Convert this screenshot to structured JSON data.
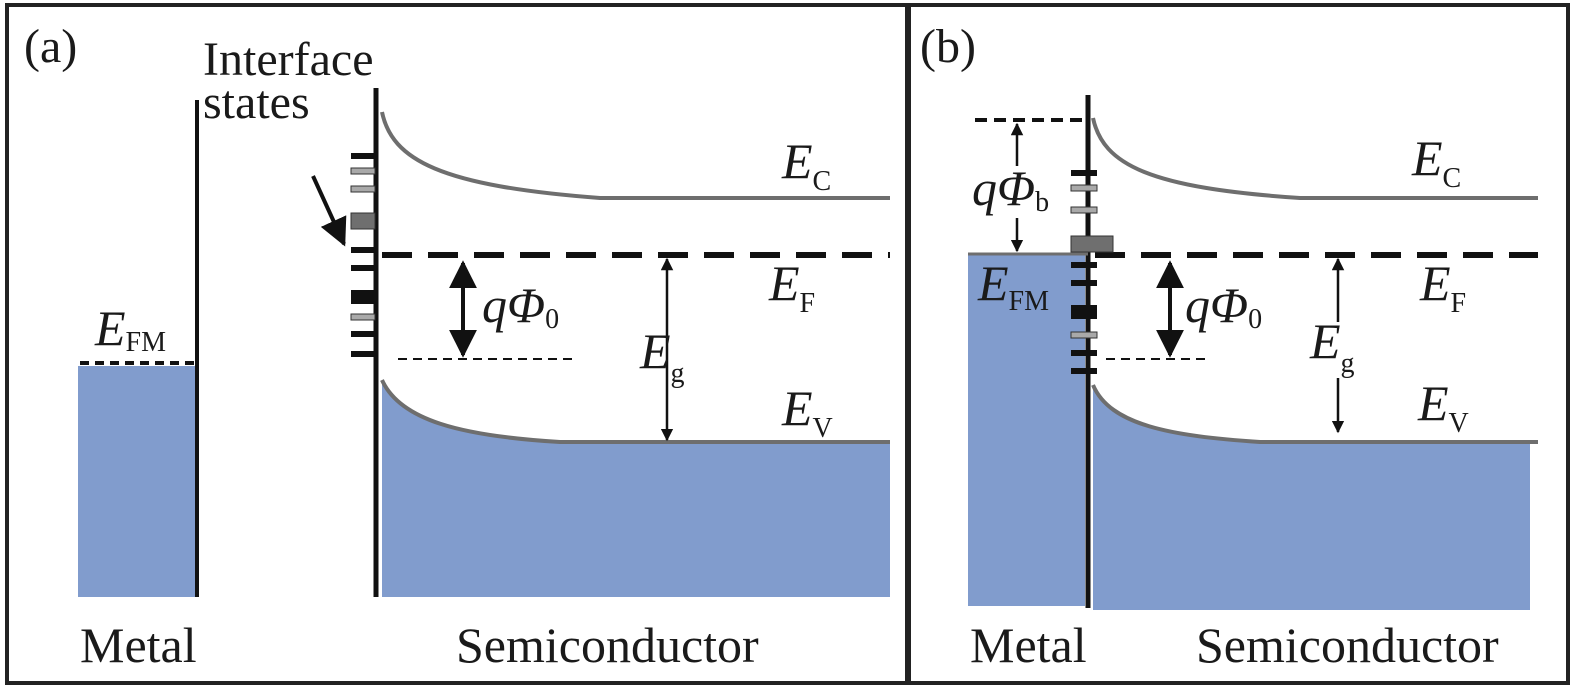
{
  "panel_a": {
    "tag": "(a)",
    "interface_label_line1": "Interface",
    "interface_label_line2": "states",
    "efm": {
      "main": "E",
      "sub": "FM"
    },
    "ec": {
      "main": "E",
      "sub": "C"
    },
    "ef": {
      "main": "E",
      "sub": "F"
    },
    "ev": {
      "main": "E",
      "sub": "V"
    },
    "eg": {
      "main": "E",
      "sub": "g"
    },
    "qphi0": {
      "main": "qΦ",
      "sub": "0"
    },
    "metal_label": "Metal",
    "semiconductor_label": "Semiconductor"
  },
  "panel_b": {
    "tag": "(b)",
    "qphib": {
      "main": "qΦ",
      "sub": "b"
    },
    "efm": {
      "main": "E",
      "sub": "FM"
    },
    "ec": {
      "main": "E",
      "sub": "C"
    },
    "ef": {
      "main": "E",
      "sub": "F"
    },
    "ev": {
      "main": "E",
      "sub": "V"
    },
    "eg": {
      "main": "E",
      "sub": "g"
    },
    "qphi0": {
      "main": "qΦ",
      "sub": "0"
    },
    "metal_label": "Metal",
    "semiconductor_label": "Semiconductor"
  },
  "colors": {
    "band_fill": "#819ccd",
    "band_curve": "#6e6e6e",
    "state_dark": "#111111",
    "state_gray": "#a9a9a9",
    "state_mid": "#6f6f6f",
    "frame": "#222222"
  }
}
